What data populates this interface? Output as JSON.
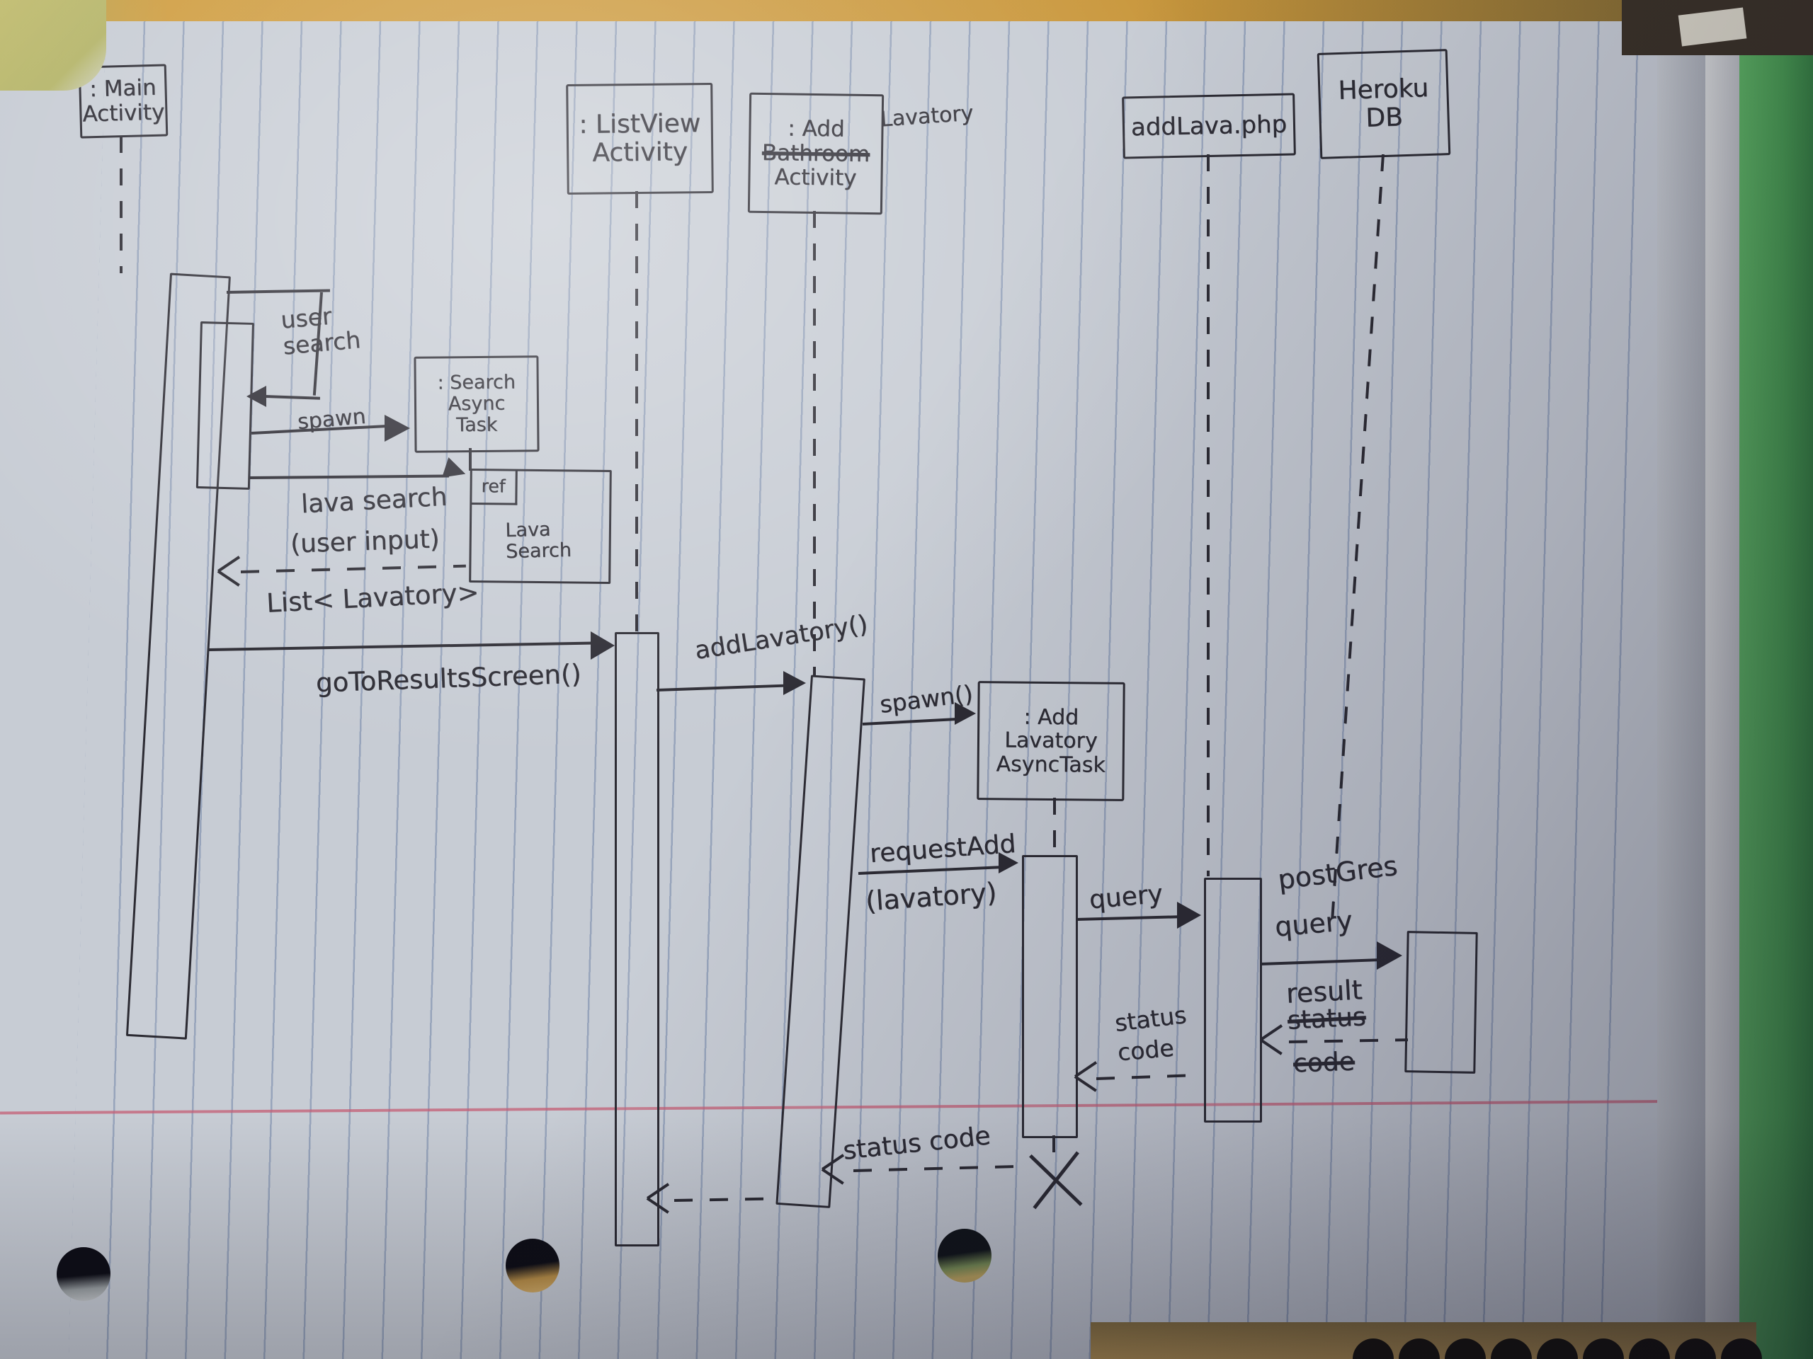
{
  "scene": {
    "description": "Photo of a hand-drawn UML sequence diagram in pen on vertically-ruled notebook paper",
    "palette": {
      "ink": "#2c2b33",
      "paper": "#c7ccd4",
      "rule_line": "#677ca2",
      "margin_line": "#c45e74",
      "desk": "#cf9c3e",
      "green_book_edge": "#47984f"
    }
  },
  "participants": {
    "main": {
      "label": ": Main\nActivity"
    },
    "listview": {
      "label": ": ListView\nActivity"
    },
    "add": {
      "line1": ": Add",
      "struck": "Bathroom",
      "line2": "Activity",
      "correction": "Lavatory"
    },
    "addlava": {
      "label": "addLava.php"
    },
    "heroku": {
      "label": "Heroku\nDB"
    }
  },
  "objects": {
    "search_async": {
      "label": ": Search\nAsync\nTask"
    },
    "add_async": {
      "label": ": Add\nLavatory\nAsyncTask"
    }
  },
  "fragment": {
    "operator": "ref",
    "body": "Lava\nSearch"
  },
  "messages": {
    "user_search": "user\nsearch",
    "spawn_search": "spawn",
    "lava_search_1": "lava search",
    "lava_search_2": "(user input)",
    "list_return": "List< Lavatory>",
    "goto_results": "goToResultsScreen()",
    "add_lavatory": "addLavatory()",
    "spawn_add": "spawn()",
    "request_add_1": "requestAdd",
    "request_add_2": "(lavatory)",
    "query": "query",
    "postgres_1": "postGres",
    "postgres_2": "query",
    "result_label": "result",
    "result_struck_1": "status",
    "result_struck_2": "code",
    "status_code_1a": "status",
    "status_code_1b": "code",
    "status_code_2": "status code"
  }
}
